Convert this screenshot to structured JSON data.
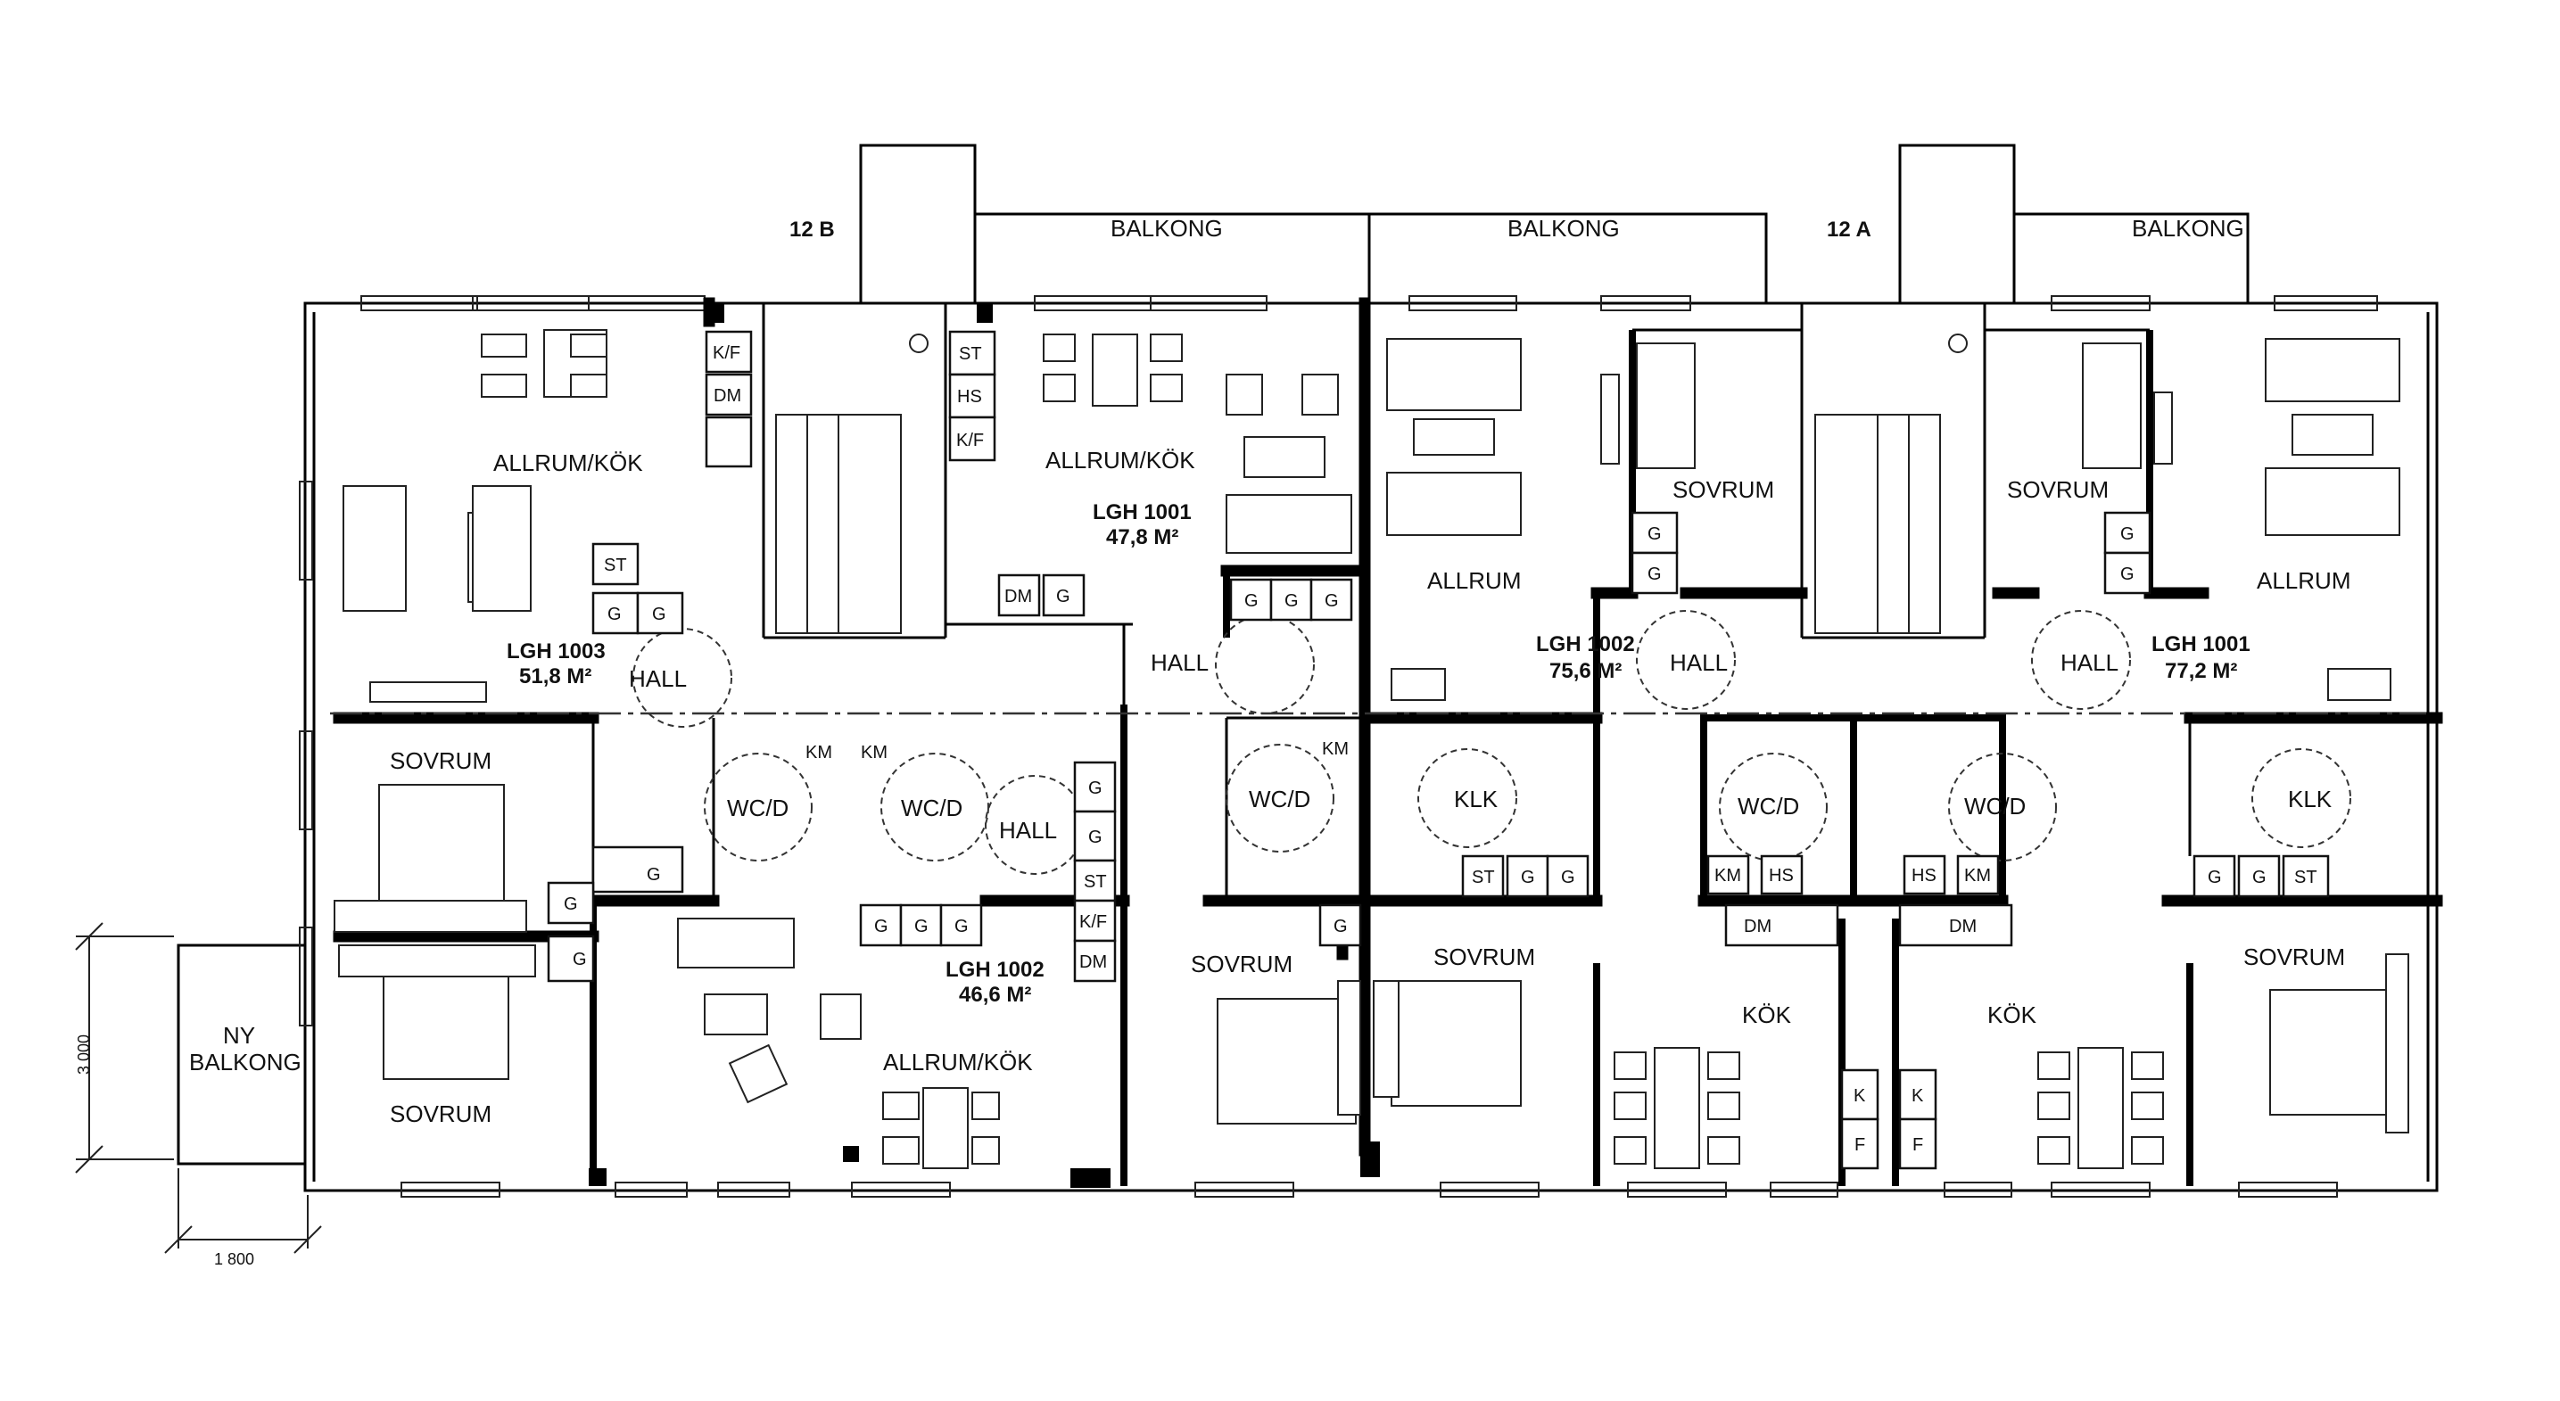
{
  "labels": {
    "balkong": "BALKONG",
    "ny_balkong_1": "NY",
    "ny_balkong_2": "BALKONG",
    "stair_12b": "12 B",
    "stair_12a": "12 A",
    "allrum_kok": "ALLRUM/KÖK",
    "allrum": "ALLRUM",
    "sovrum": "SOVRUM",
    "hall": "HALL",
    "wcd": "WC/D",
    "klk": "KLK",
    "kok": "KÖK"
  },
  "apartments": {
    "lgh1003": {
      "name": "LGH 1003",
      "area": "51,8 M²"
    },
    "lgh1001_left": {
      "name": "LGH 1001",
      "area": "47,8 M²"
    },
    "lgh1002_left": {
      "name": "LGH 1002",
      "area": "46,6 M²"
    },
    "lgh1002_mid": {
      "name": "LGH 1002",
      "area": "75,6 M²"
    },
    "lgh1001_right": {
      "name": "LGH 1001",
      "area": "77,2 M²"
    }
  },
  "fixtures": {
    "kf": "K/F",
    "dm": "DM",
    "st": "ST",
    "hs": "HS",
    "g": "G",
    "km": "KM",
    "k": "K",
    "f": "F"
  },
  "dimensions": {
    "height": "3 000",
    "width": "1 800"
  }
}
